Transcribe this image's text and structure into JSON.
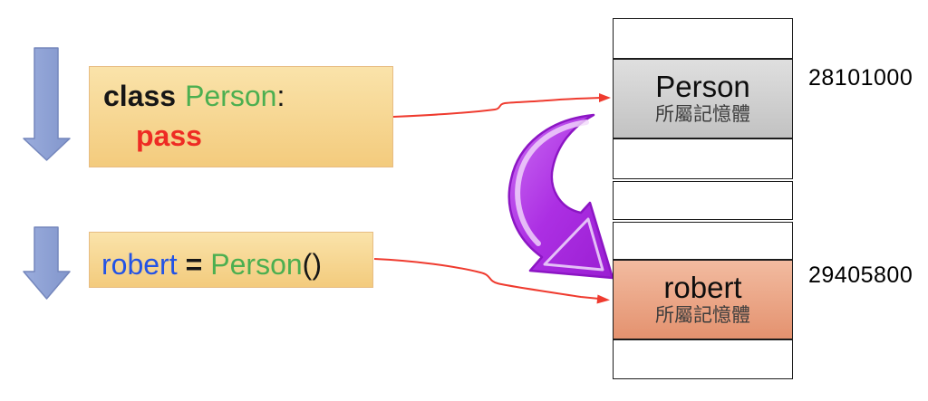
{
  "code": {
    "block1": {
      "keyword": "class",
      "class_name": "Person",
      "colon": ":",
      "body": "pass"
    },
    "block2": {
      "variable": "robert",
      "operator": "=",
      "class_name": "Person",
      "parens": "()"
    }
  },
  "memory": {
    "cells": [
      {
        "type": "empty"
      },
      {
        "type": "class-object",
        "label": "Person",
        "sublabel": "所屬記憶體",
        "address": "28101000"
      },
      {
        "type": "empty"
      },
      {
        "type": "empty"
      },
      {
        "type": "empty"
      },
      {
        "type": "instance-object",
        "label": "robert",
        "sublabel": "所屬記憶體",
        "address": "29405800"
      },
      {
        "type": "empty"
      }
    ]
  },
  "colors": {
    "code-keyword": "#161616",
    "code-class": "#4CAF50",
    "code-pass": "#EE2B24",
    "code-var": "#2353E5",
    "box-top": "#FAE3AA",
    "box-bottom": "#F3CB7D",
    "cell-person-top": "#DFDFDF",
    "cell-person-bottom": "#C2C2C2",
    "cell-robert-top": "#F2BBA0",
    "cell-robert-bottom": "#E4926F",
    "arrow-blue": "#8FA2D4",
    "arrow-blue-edge": "#7486BC",
    "connector-red": "#EF3B2F",
    "purple-main": "#AC2FE3",
    "purple-dark": "#8C16C4"
  }
}
